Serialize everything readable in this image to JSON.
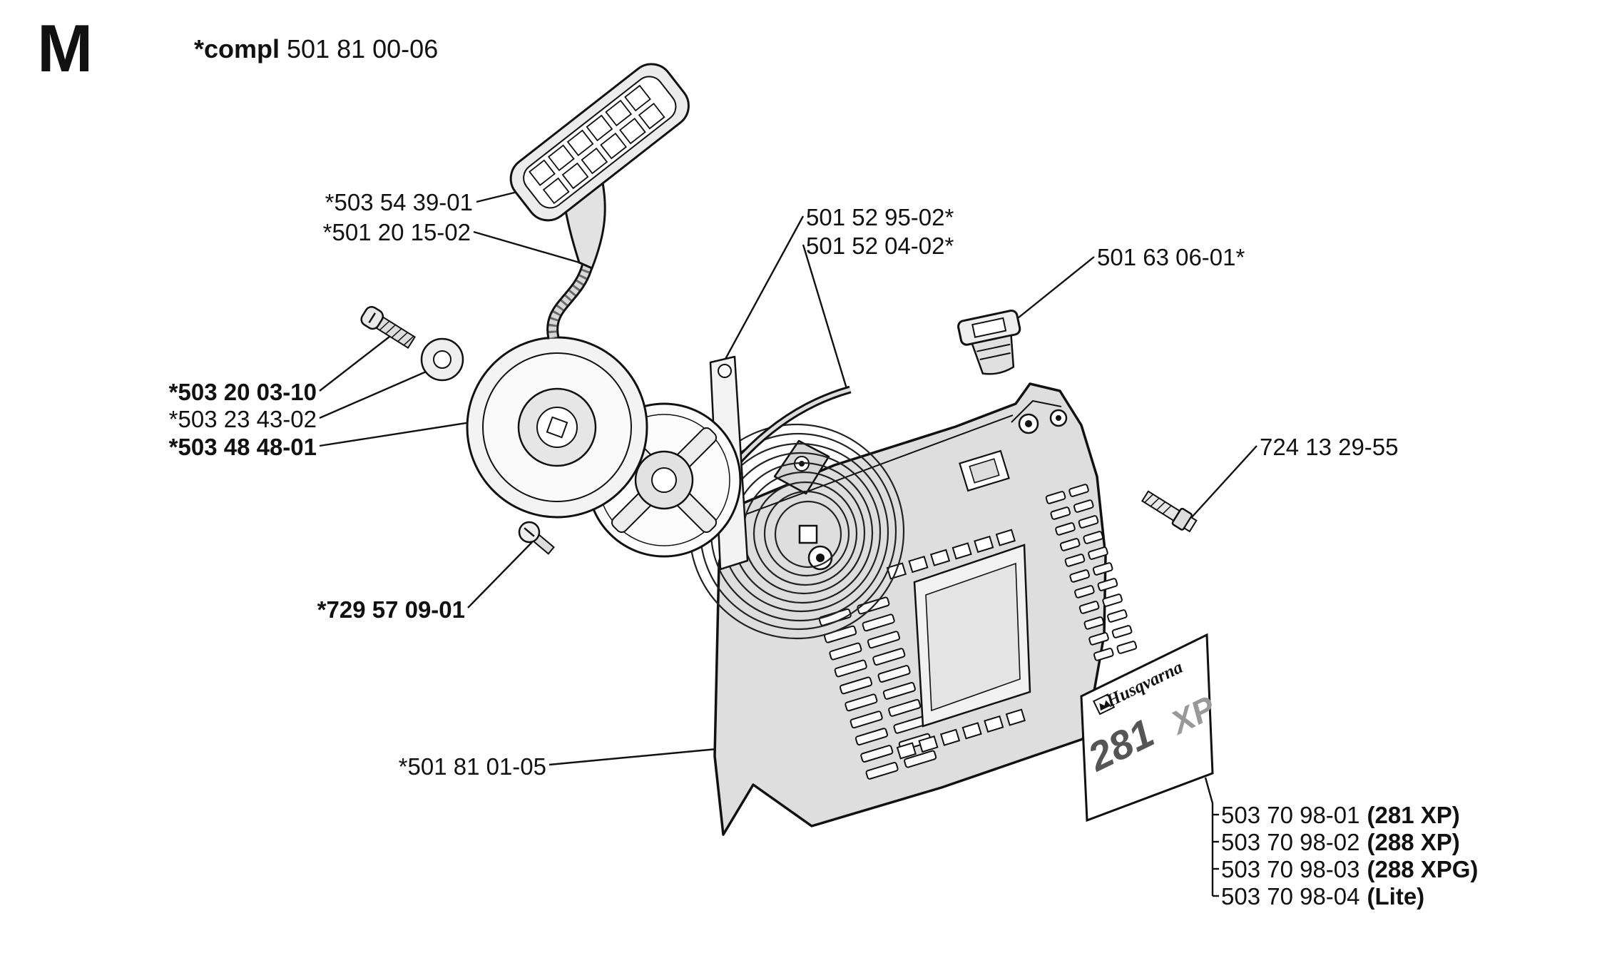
{
  "header": {
    "section_letter": "M",
    "compl_label": "*compl",
    "compl_number": "501 81 00-06"
  },
  "part_labels": {
    "handle": "*503 54 39-01",
    "rope": "*501 20 15-02",
    "spring_cassette": "501 52 95-02*",
    "spring": "501 52 04-02*",
    "choke_knob": "501 63 06-01*",
    "screw_left": "*503 20 03-10",
    "washer": "*503 23 43-02",
    "pulley": "*503 48 48-01",
    "cassette_screw": "*729 57 09-01",
    "housing": "*501 81 01-05",
    "housing_screw": "724 13 29-55"
  },
  "variant_list": [
    {
      "number": "503 70 98-01",
      "variant": "(281 XP)"
    },
    {
      "number": "503 70 98-02",
      "variant": "(288 XP)"
    },
    {
      "number": "503 70 98-03",
      "variant": "(288 XPG)"
    },
    {
      "number": "503 70 98-04",
      "variant": "(Lite)"
    }
  ],
  "plate": {
    "brand": "Husqvarna",
    "model_number": "281",
    "model_suffix": "XP"
  }
}
